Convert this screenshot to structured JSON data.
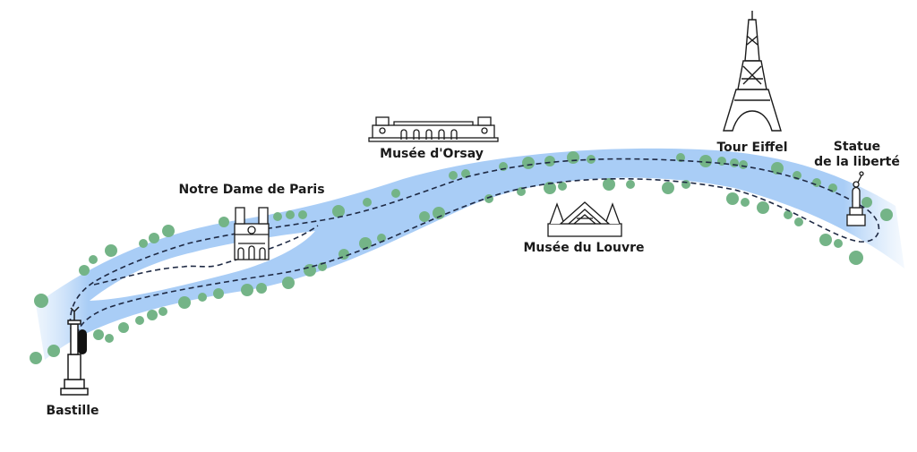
{
  "labels": {
    "bastille": "Bastille",
    "notre_dame": "Notre Dame de Paris",
    "orsay": "Musée d'Orsay",
    "louvre": "Musée du Louvre",
    "eiffel": "Tour Eiffel",
    "liberty_1": "Statue",
    "liberty_2": "de la liberté"
  },
  "colors": {
    "river": "#a9cdf6",
    "river_light": "#dcebfb",
    "trees": "#74b487",
    "route": "#1f2a44",
    "icons": "#1a1a1a"
  },
  "icons": {
    "bastille": "column-monument-icon",
    "boat": "boat-icon",
    "notre_dame": "cathedral-icon",
    "orsay": "museum-building-icon",
    "louvre": "pyramid-icon",
    "eiffel": "eiffel-tower-icon",
    "liberty": "statue-icon"
  }
}
